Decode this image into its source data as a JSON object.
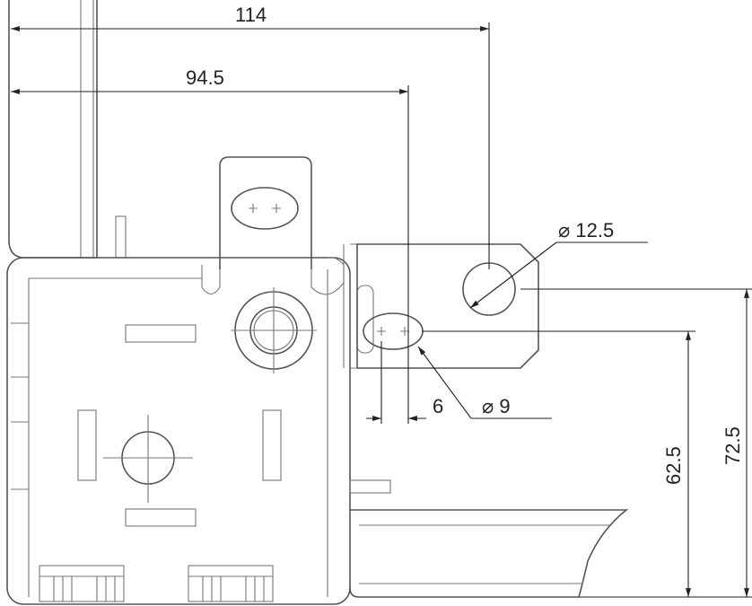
{
  "drawing": {
    "dimensions": {
      "overall_width": "114",
      "width_to_slot": "94.5",
      "large_hole_diameter": "12.5",
      "slot_diameter": "9",
      "slot_width": "6",
      "slot_height": "62.5",
      "hole_height": "72.5"
    },
    "diameter_symbol": "⌀",
    "line_color": "#555555",
    "dimension_color": "#222222"
  }
}
